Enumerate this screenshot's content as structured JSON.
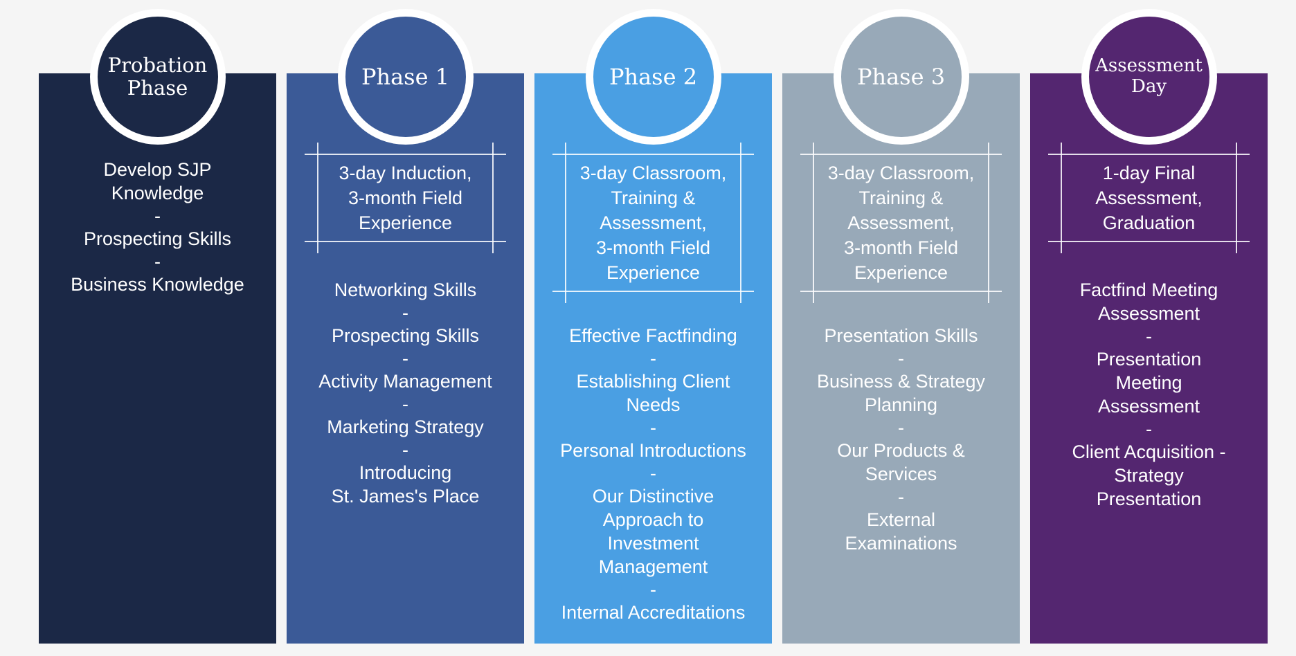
{
  "columns": [
    {
      "title": "Probation\nPhase",
      "color": "#1b2846",
      "frame_text": "",
      "items": [
        "Develop SJP\nKnowledge",
        "Prospecting Skills",
        "Business Knowledge"
      ]
    },
    {
      "title": "Phase 1",
      "color": "#3b5a97",
      "frame_text": "3-day Induction,\n3-month Field\nExperience",
      "items": [
        "Networking Skills",
        "Prospecting Skills",
        "Activity Management",
        "Marketing Strategy",
        "Introducing\nSt. James's Place"
      ]
    },
    {
      "title": "Phase 2",
      "color": "#4a9fe3",
      "frame_text": "3-day Classroom,\nTraining &\nAssessment,\n3-month Field\nExperience",
      "items": [
        "Effective Factfinding",
        "Establishing Client\nNeeds",
        "Personal Introductions",
        "Our Distinctive\nApproach to\nInvestment\nManagement",
        "Internal Accreditations"
      ]
    },
    {
      "title": "Phase 3",
      "color": "#98a9b8",
      "frame_text": "3-day Classroom,\nTraining &\nAssessment,\n3-month Field\nExperience",
      "items": [
        "Presentation Skills",
        "Business & Strategy\nPlanning",
        "Our Products &\nServices",
        "External\nExaminations"
      ]
    },
    {
      "title": "Assessment\nDay",
      "color": "#542670",
      "frame_text": "1-day Final\nAssessment,\nGraduation",
      "items": [
        "Factfind Meeting\nAssessment",
        "Presentation\nMeeting\nAssessment",
        "Client Acquisition -\nStrategy\nPresentation"
      ]
    }
  ],
  "separator": "-"
}
